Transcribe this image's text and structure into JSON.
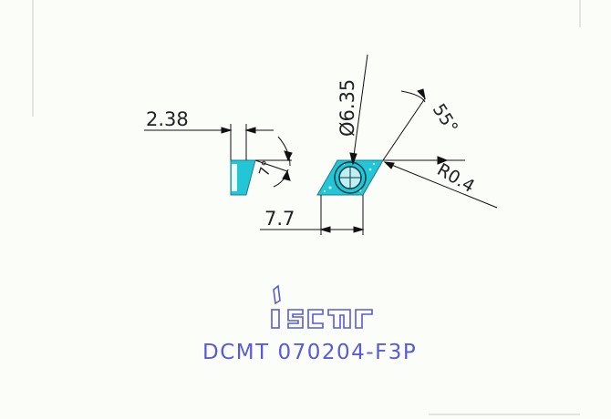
{
  "dimensions": {
    "thickness": "2.38",
    "clearance_angle": "7°",
    "inscribed_circle": "Ø6.35",
    "included_angle": "55°",
    "corner_radius": "R0.4",
    "edge_length": "7.7"
  },
  "brand": {
    "logo_text": "iscar"
  },
  "part_number": "DCMT 070204-F3P",
  "colors": {
    "insert_fill": "#22c6d6",
    "dimension_lines": "#111111",
    "part_number_text": "#5a5ad8",
    "logo": "#5a5ad8"
  }
}
